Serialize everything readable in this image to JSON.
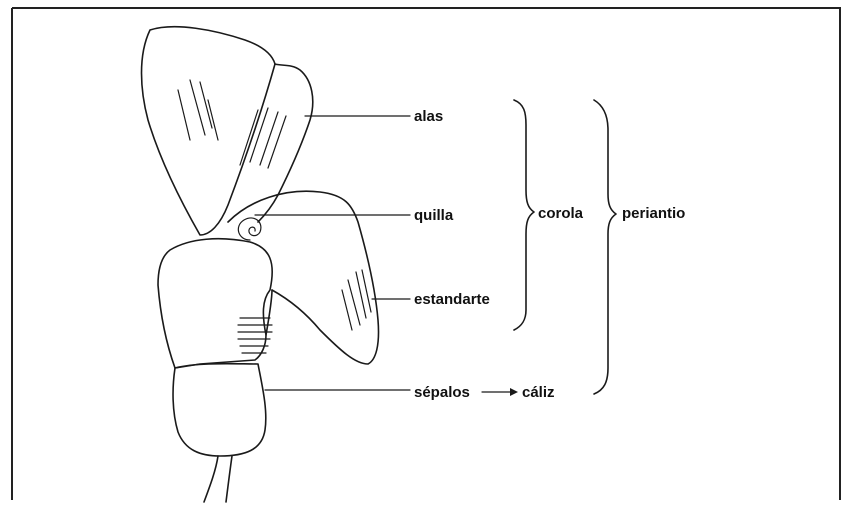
{
  "labels": {
    "alas": "alas",
    "quilla": "quilla",
    "estandarte": "estandarte",
    "sepalos": "sépalos",
    "caliz": "cáliz",
    "corola": "corola",
    "periantio": "periantio"
  }
}
